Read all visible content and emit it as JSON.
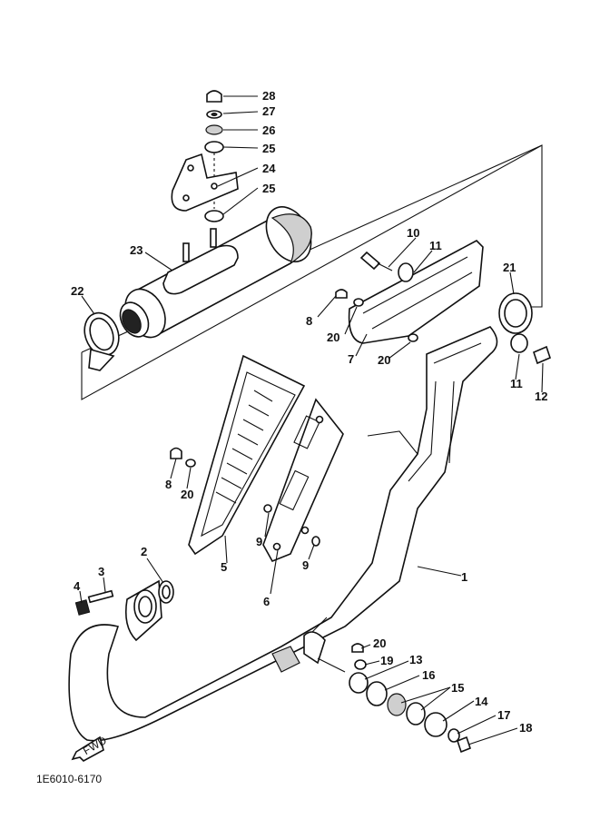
{
  "diagram": {
    "part_code": "1E6010-6170",
    "fwd_label": "FWD",
    "callouts": [
      "28",
      "27",
      "26",
      "25",
      "24",
      "25",
      "23",
      "22",
      "10",
      "11",
      "21",
      "8",
      "20",
      "7",
      "20",
      "11",
      "12",
      "8",
      "20",
      "9",
      "9",
      "5",
      "6",
      "1",
      "2",
      "3",
      "4",
      "20",
      "19",
      "13",
      "16",
      "15",
      "14",
      "17",
      "18"
    ]
  }
}
